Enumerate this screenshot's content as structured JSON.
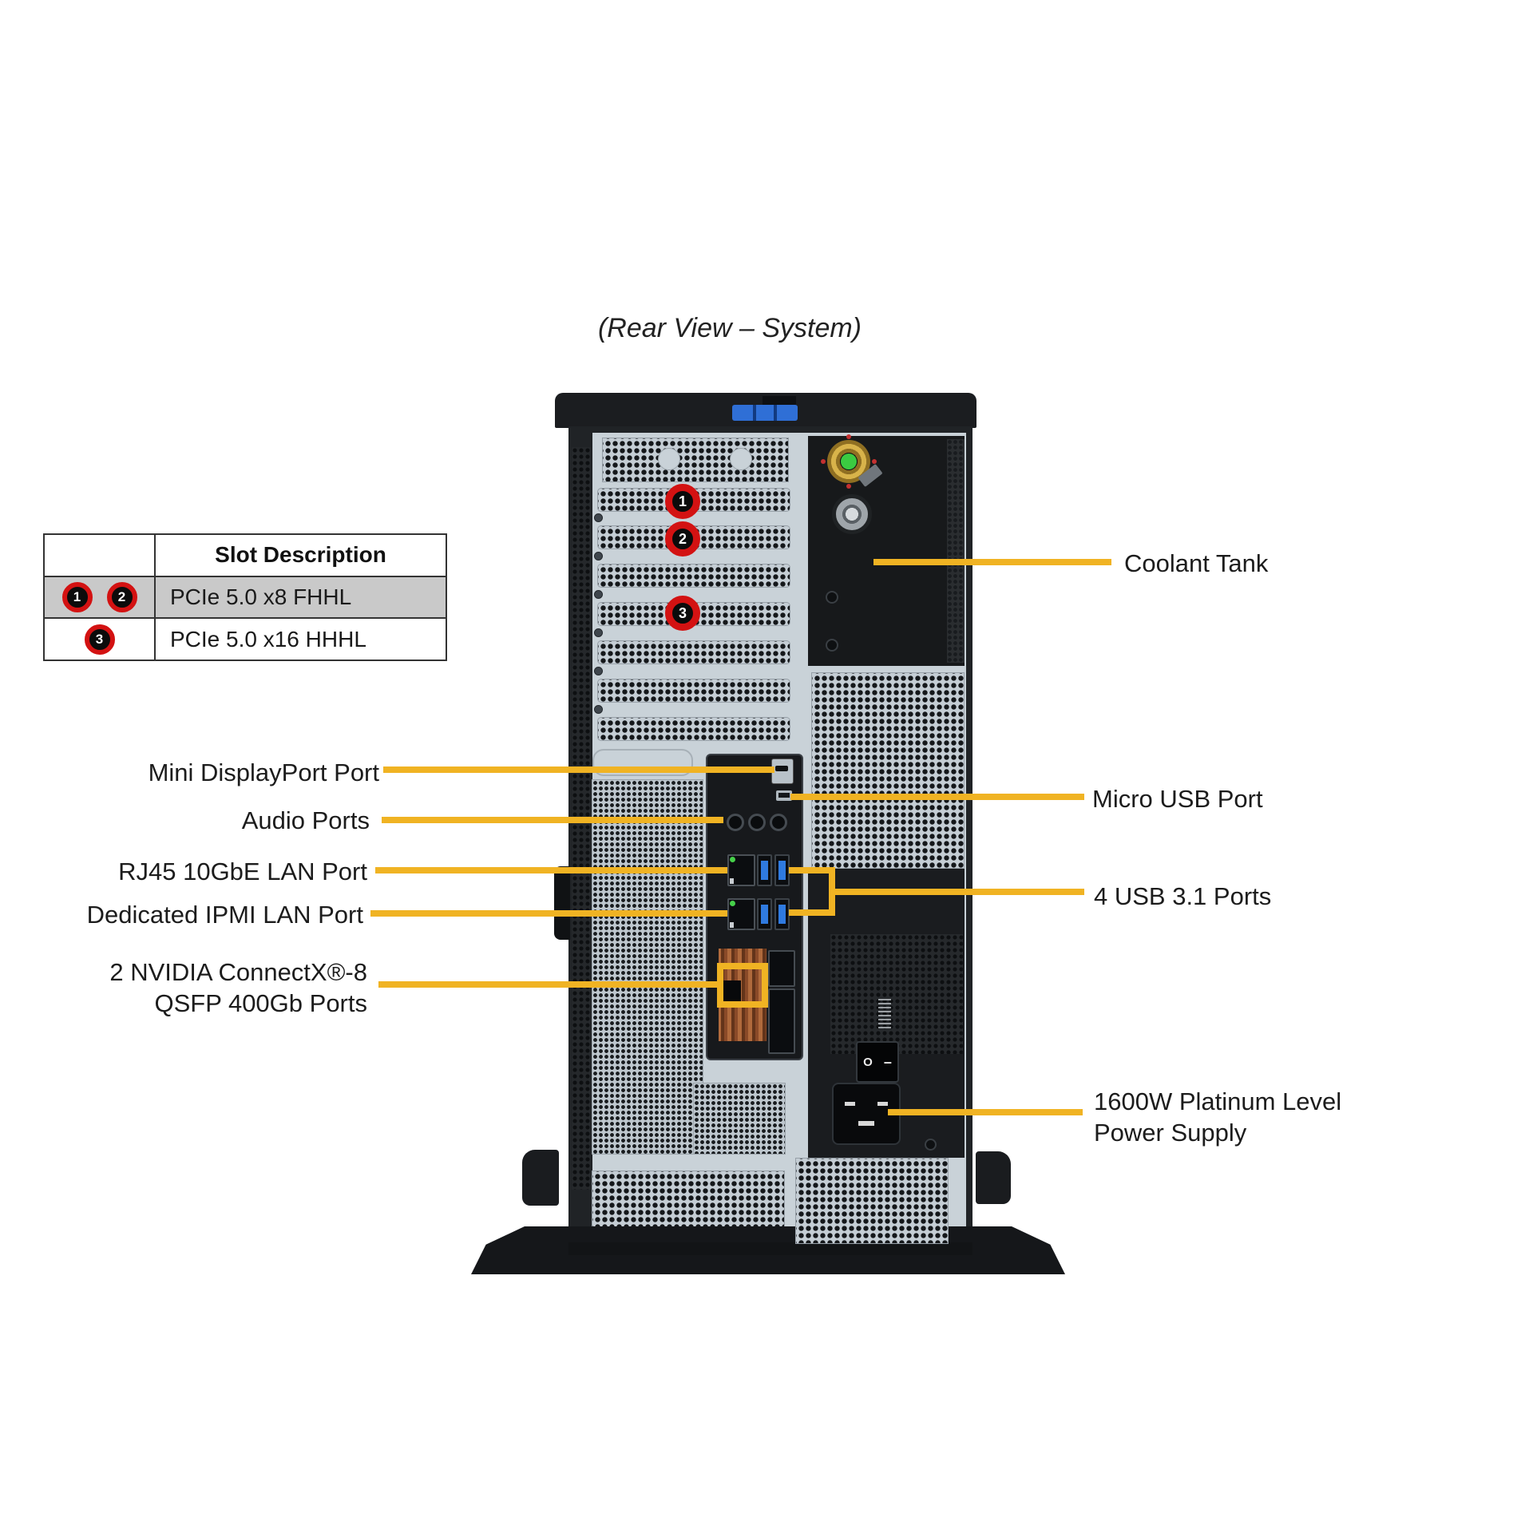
{
  "title": "(Rear View – System)",
  "slot_table": {
    "header": "Slot Description",
    "rows": [
      {
        "badge1": "1",
        "badge2": "2",
        "description": "PCIe 5.0 x8 FHHL"
      },
      {
        "badge1": "3",
        "description": "PCIe 5.0 x16 HHHL"
      }
    ]
  },
  "slot_markers": {
    "m1": "1",
    "m2": "2",
    "m3": "3"
  },
  "labels": {
    "mini_displayport": "Mini DisplayPort Port",
    "audio": "Audio Ports",
    "rj45_lan": "RJ45 10GbE LAN Port",
    "ipmi_lan": "Dedicated IPMI LAN Port",
    "nvidia_line1": "2 NVIDIA ConnectX®-8",
    "nvidia_line2": "QSFP 400Gb Ports",
    "coolant_tank": "Coolant Tank",
    "micro_usb": "Micro USB Port",
    "usb31": "4 USB 3.1 Ports",
    "psu_line1": "1600W Platinum Level",
    "psu_line2": "Power Supply"
  },
  "power_switch": {
    "off": "O",
    "on": "–"
  },
  "colors": {
    "callout_yellow": "#F0B323",
    "marker_red": "#D31212",
    "table_highlight_gray": "#C9C9C9",
    "chassis_silver": "#C9D2D8",
    "chassis_dark": "#1E2124",
    "usb_blue": "#2F7AE0",
    "coolant_gold": "#B28E33",
    "coolant_green": "#3BCB41",
    "latch_blue": "#2F6FD6"
  }
}
